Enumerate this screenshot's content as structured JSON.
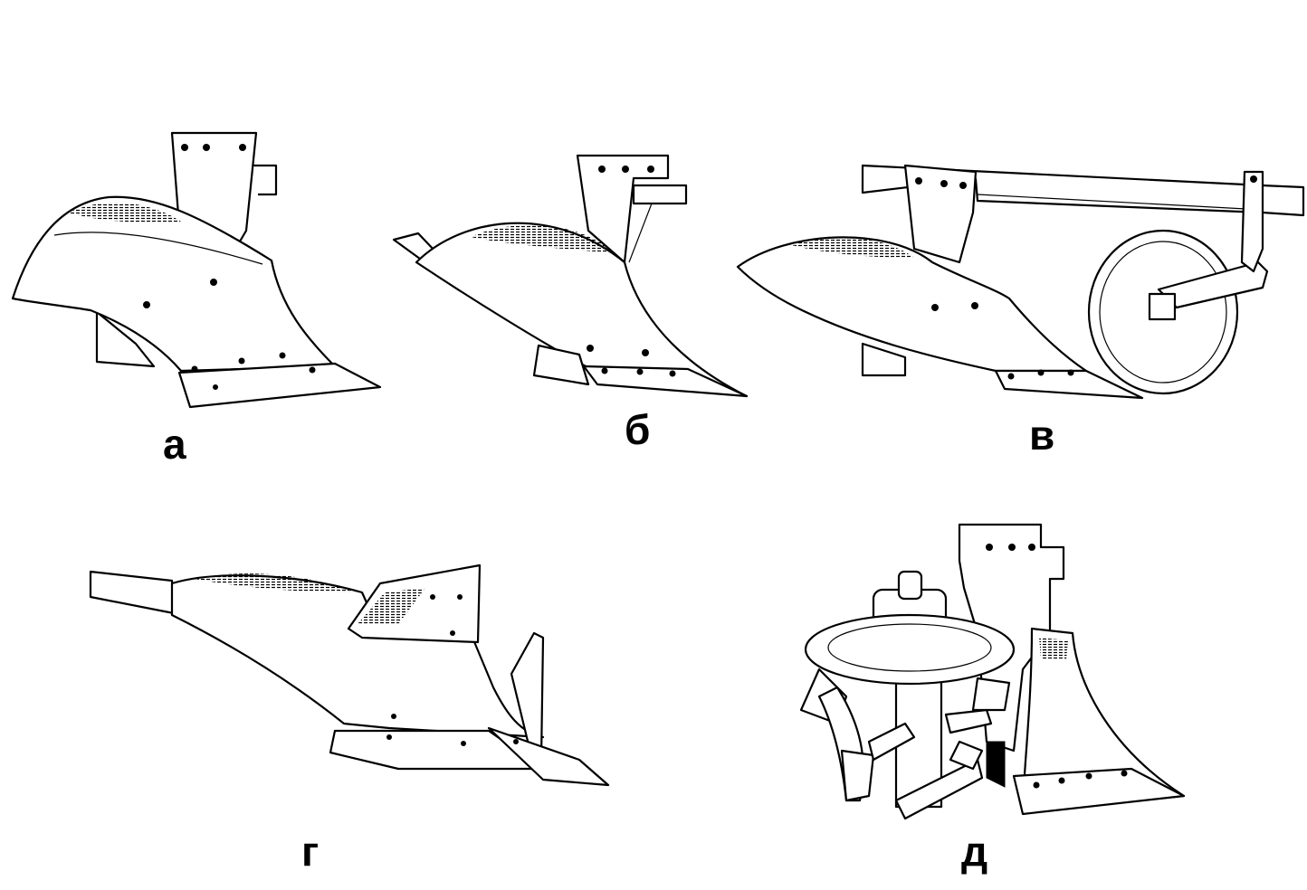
{
  "figure": {
    "labels": {
      "a": "а",
      "b": "б",
      "v": "в",
      "g": "г",
      "d": "д"
    }
  }
}
